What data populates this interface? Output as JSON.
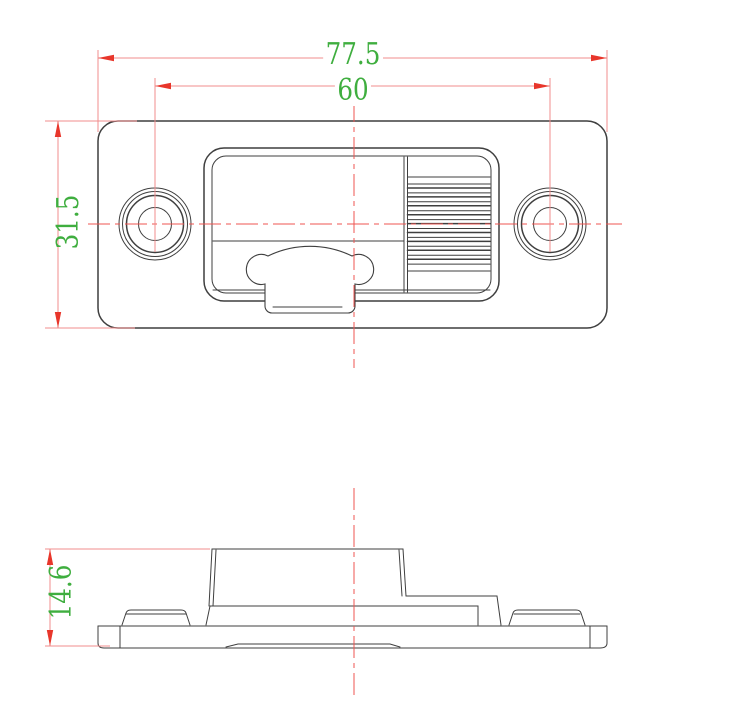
{
  "dimensions": {
    "overall_width": "77.5",
    "hole_spacing": "60",
    "overall_height": "31.5",
    "side_height": "14.6"
  },
  "colors": {
    "line_dark": "#3f3f3f",
    "dim_line": "#f08c8c",
    "dim_arrow": "#e8362b",
    "centerline": "#ef5450",
    "dim_text": "#3fae3f",
    "background": "#ffffff"
  }
}
